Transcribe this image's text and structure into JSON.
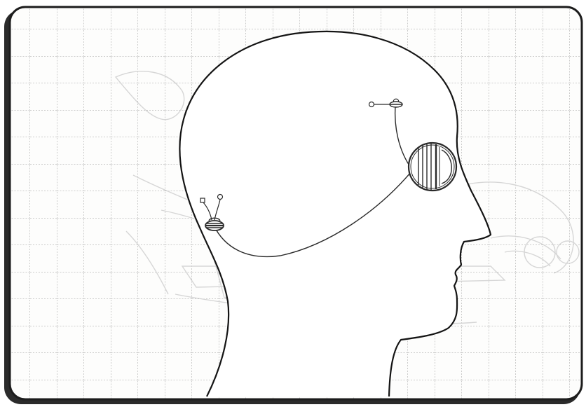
{
  "figure": {
    "colors": {
      "page": "#ffffff",
      "panel": "#fdfdfc",
      "frame_border": "#1c1c1c",
      "frame_shadow": "#2b2b2b",
      "grid_line": "#9a9a9a",
      "ghost_sketch": "#d2d2d2",
      "head_outline": "#141414",
      "head_fill": "#ffffff",
      "wire": "#2a2a2a"
    },
    "grid": {
      "visible": true,
      "style": "dotted"
    },
    "parts": [
      {
        "id": "head-profile",
        "icon": "head-outline"
      },
      {
        "id": "sensor-forehead",
        "icon": "electrode-small"
      },
      {
        "id": "eye-implant",
        "icon": "circular-implant"
      },
      {
        "id": "ear-implant",
        "icon": "receiver-disc"
      },
      {
        "id": "ear-leads",
        "icon": "electrode-pair"
      },
      {
        "id": "connecting-wires",
        "icon": "wire"
      }
    ]
  }
}
